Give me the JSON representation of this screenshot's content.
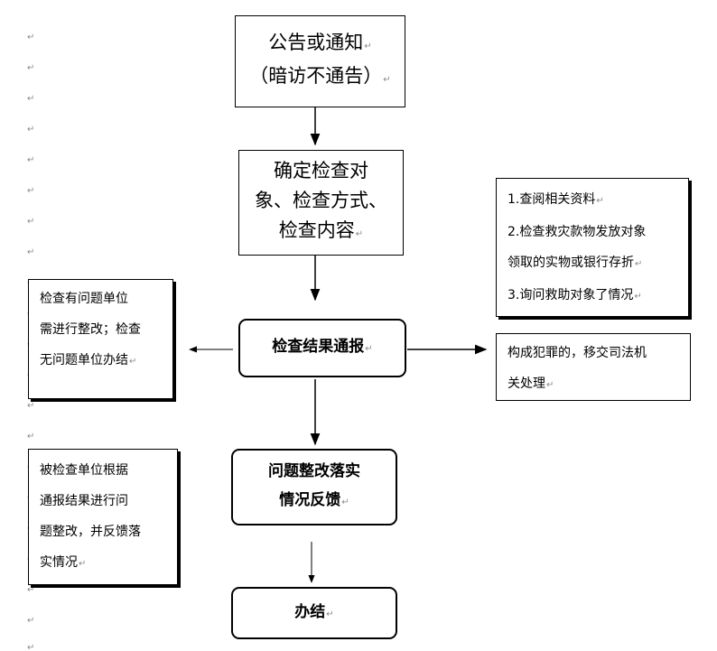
{
  "paragraph_mark": "↵",
  "nodes": {
    "announce": {
      "line1": "公告或通知",
      "line2": "（暗访不通告）"
    },
    "determine": {
      "line1": "确定检查对",
      "line2": "象、检查方式、",
      "line3": "检查内容"
    },
    "review": {
      "line1": "1.查阅相关资料",
      "line2": "2.检查救灾款物发放对象",
      "line3": "领取的实物或银行存折",
      "line4": "3.询问救助对象了情况"
    },
    "report": {
      "label": "检查结果通报"
    },
    "rectify_note": {
      "line1": "检查有问题单位",
      "line2": "需进行整改；检查",
      "line3": "无问题单位办结"
    },
    "crime_note": {
      "line1": "构成犯罪的，移交司法机",
      "line2": "关处理"
    },
    "feedback": {
      "line1": "问题整改落实",
      "line2": "情况反馈"
    },
    "feedback_note": {
      "line1": "被检查单位根据",
      "line2": "通报结果进行问",
      "line3": "题整改，并反馈落",
      "line4": "实情况"
    },
    "close": {
      "label": "办结"
    }
  }
}
